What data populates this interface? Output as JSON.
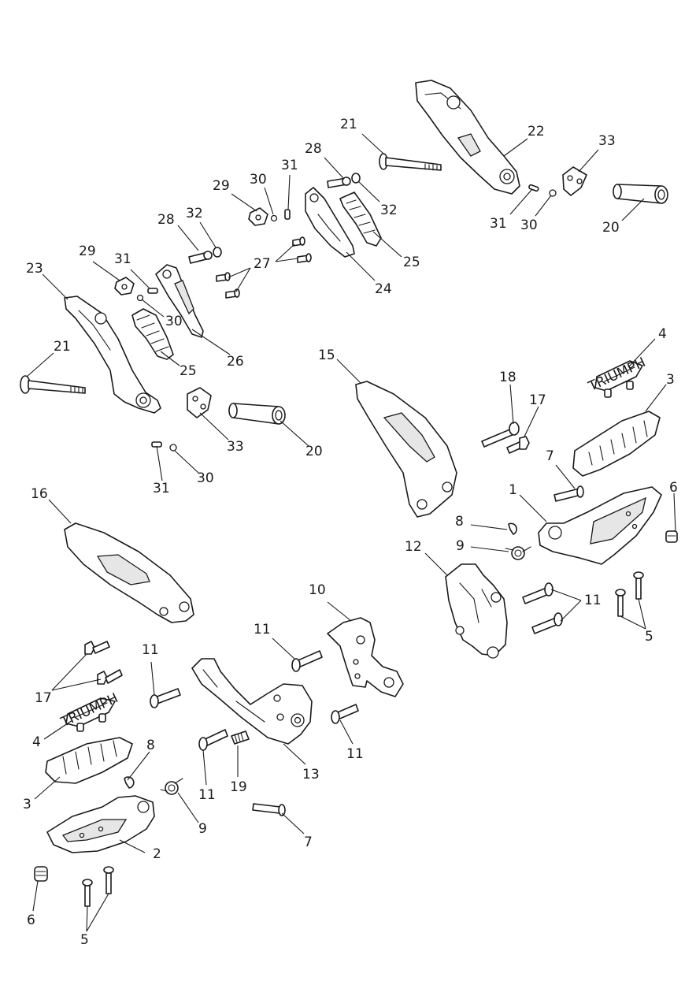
{
  "callouts": [
    {
      "id": "c1",
      "text": "1"
    },
    {
      "id": "c2",
      "text": "2"
    },
    {
      "id": "c3a",
      "text": "3"
    },
    {
      "id": "c3b",
      "text": "3"
    },
    {
      "id": "c4a",
      "text": "4"
    },
    {
      "id": "c4b",
      "text": "4"
    },
    {
      "id": "c5a",
      "text": "5"
    },
    {
      "id": "c5b",
      "text": "5"
    },
    {
      "id": "c6a",
      "text": "6"
    },
    {
      "id": "c6b",
      "text": "6"
    },
    {
      "id": "c7a",
      "text": "7"
    },
    {
      "id": "c7b",
      "text": "7"
    },
    {
      "id": "c8a",
      "text": "8"
    },
    {
      "id": "c8b",
      "text": "8"
    },
    {
      "id": "c9a",
      "text": "9"
    },
    {
      "id": "c9b",
      "text": "9"
    },
    {
      "id": "c10",
      "text": "10"
    },
    {
      "id": "c11a",
      "text": "11"
    },
    {
      "id": "c11b",
      "text": "11"
    },
    {
      "id": "c11c",
      "text": "11"
    },
    {
      "id": "c11d",
      "text": "11"
    },
    {
      "id": "c11e",
      "text": "11"
    },
    {
      "id": "c12",
      "text": "12"
    },
    {
      "id": "c13",
      "text": "13"
    },
    {
      "id": "c15",
      "text": "15"
    },
    {
      "id": "c16",
      "text": "16"
    },
    {
      "id": "c17a",
      "text": "17"
    },
    {
      "id": "c17b",
      "text": "17"
    },
    {
      "id": "c18",
      "text": "18"
    },
    {
      "id": "c19",
      "text": "19"
    },
    {
      "id": "c20a",
      "text": "20"
    },
    {
      "id": "c20b",
      "text": "20"
    },
    {
      "id": "c21a",
      "text": "21"
    },
    {
      "id": "c21b",
      "text": "21"
    },
    {
      "id": "c22",
      "text": "22"
    },
    {
      "id": "c23",
      "text": "23"
    },
    {
      "id": "c24",
      "text": "24"
    },
    {
      "id": "c25a",
      "text": "25"
    },
    {
      "id": "c25b",
      "text": "25"
    },
    {
      "id": "c26",
      "text": "26"
    },
    {
      "id": "c27",
      "text": "27"
    },
    {
      "id": "c28a",
      "text": "28"
    },
    {
      "id": "c28b",
      "text": "28"
    },
    {
      "id": "c29a",
      "text": "29"
    },
    {
      "id": "c29b",
      "text": "29"
    },
    {
      "id": "c30a",
      "text": "30"
    },
    {
      "id": "c30b",
      "text": "30"
    },
    {
      "id": "c30c",
      "text": "30"
    },
    {
      "id": "c30d",
      "text": "30"
    },
    {
      "id": "c31a",
      "text": "31"
    },
    {
      "id": "c31b",
      "text": "31"
    },
    {
      "id": "c31c",
      "text": "31"
    },
    {
      "id": "c31d",
      "text": "31"
    },
    {
      "id": "c32a",
      "text": "32"
    },
    {
      "id": "c32b",
      "text": "32"
    },
    {
      "id": "c33a",
      "text": "33"
    },
    {
      "id": "c33b",
      "text": "33"
    }
  ],
  "rubber_brand_text": "TRIUMPH"
}
